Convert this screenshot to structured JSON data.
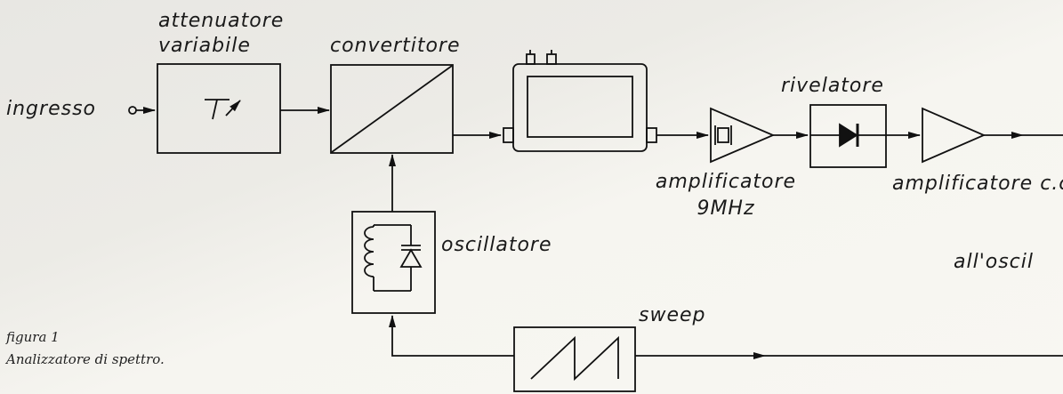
{
  "labels": {
    "input": "ingresso",
    "attenuator_line1": "attenuatore",
    "attenuator_line2": "variabile",
    "converter": "convertitore",
    "detector": "rivelatore",
    "amplifier_9mhz_line1": "amplificatore",
    "amplifier_9mhz_line2": "9MHz",
    "amplifier_cc": "amplificatore c.c",
    "oscillator": "oscillatore",
    "to_oscilloscope": "all'oscil",
    "sweep": "sweep"
  },
  "caption": {
    "line1": "figura 1",
    "line2": "Analizzatore di spettro."
  },
  "icons": {
    "attenuator": "variable-attenuator-icon",
    "converter": "mixer-diagonal-icon",
    "filter": "crystal-filter-icon",
    "amplifier": "triangle-amplifier-icon",
    "detector": "diode-icon",
    "oscillator": "lc-tank-varicap-icon",
    "sweep": "sawtooth-wave-icon"
  }
}
